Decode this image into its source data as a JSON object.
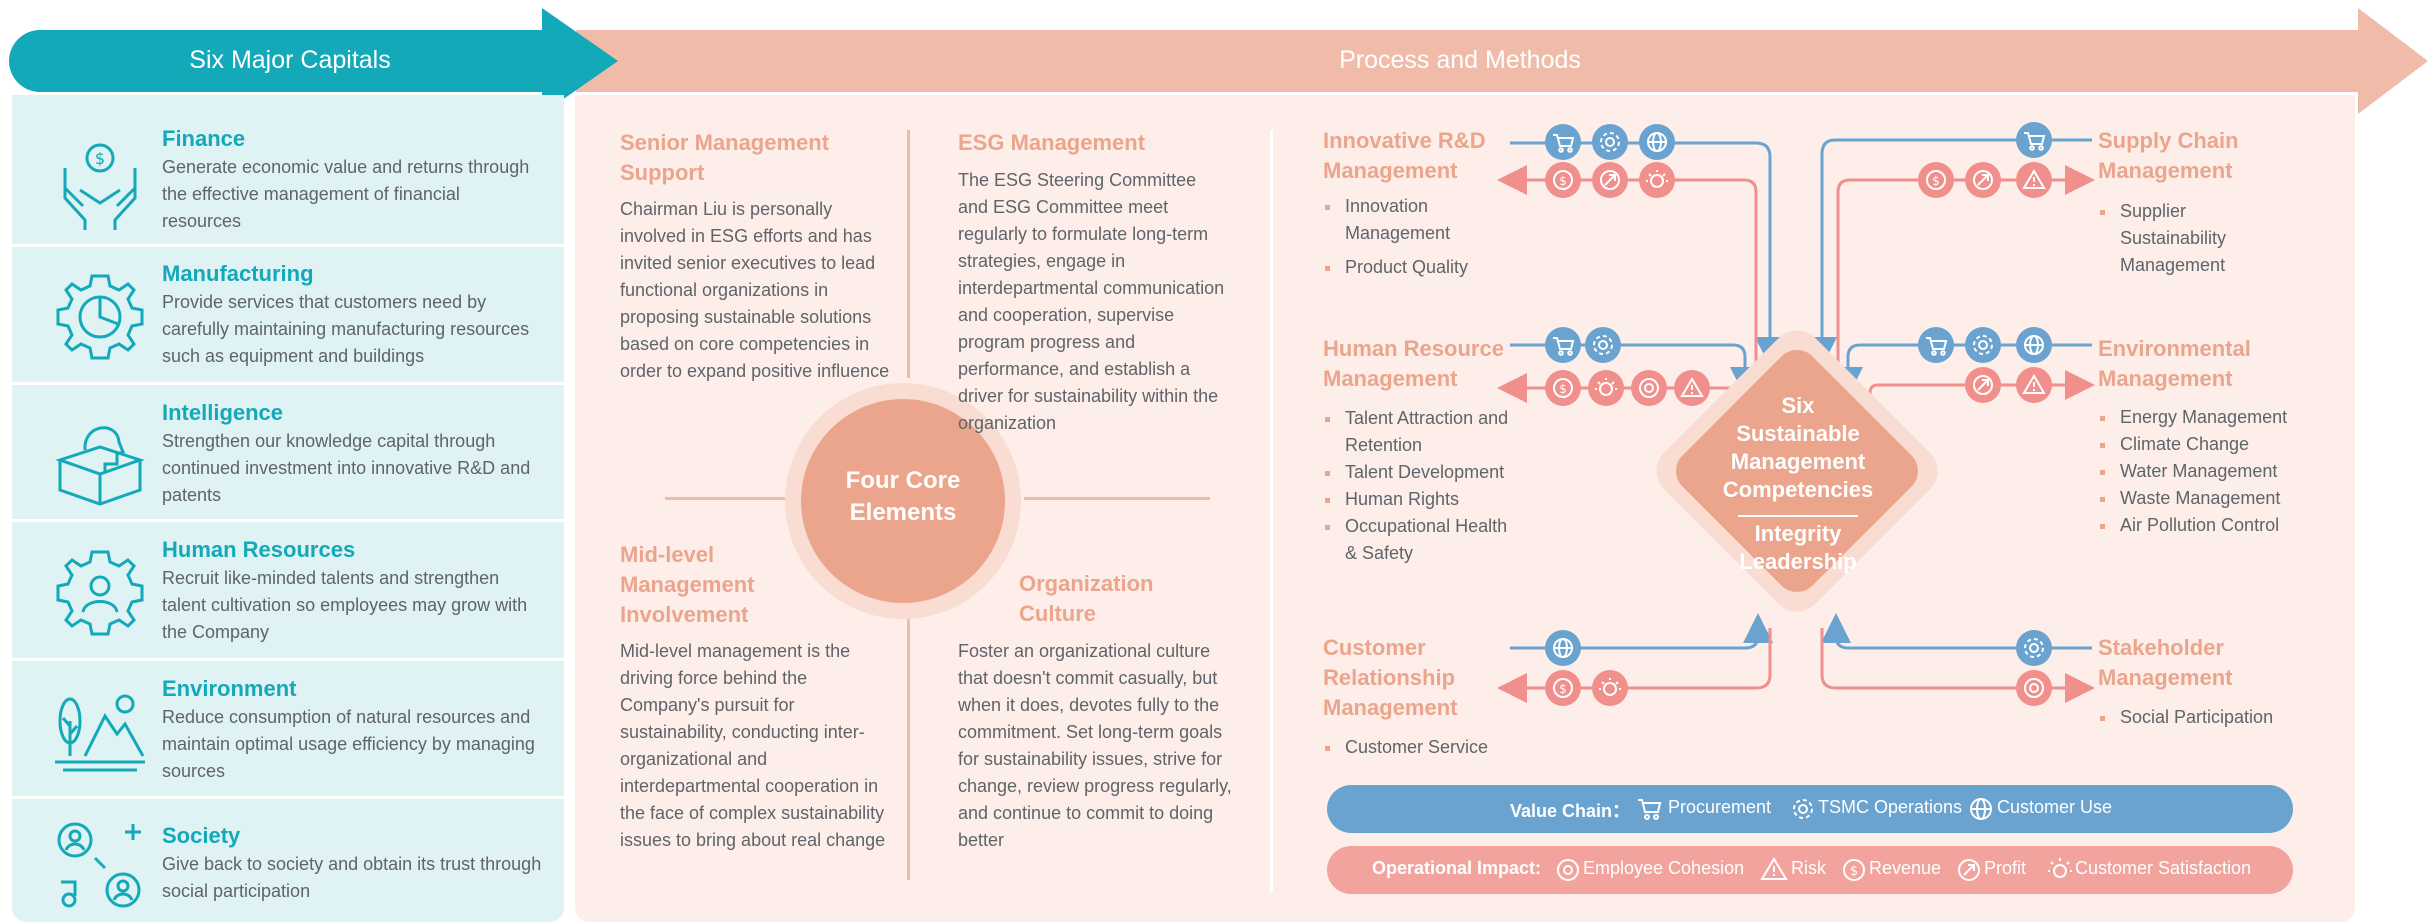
{
  "header": {
    "left_title": "Six Major Capitals",
    "right_title": "Process and Methods"
  },
  "colors": {
    "teal": "#13a9b8",
    "teal_light": "#dff2f4",
    "salmon": "#eba58c",
    "salmon_light": "#fdeeea",
    "blue": "#6aa3cf",
    "pink": "#f08f8c"
  },
  "capitals": [
    {
      "title": "Finance",
      "desc": "Generate economic value and returns through the effective management of financial resources",
      "icon": "money-hands-icon"
    },
    {
      "title": "Manufacturing",
      "desc": "Provide services that customers need by carefully maintaining manufacturing resources such as equipment and buildings",
      "icon": "gear-chart-icon"
    },
    {
      "title": "Intelligence",
      "desc": "Strengthen our knowledge capital through continued investment into innovative R&D and patents",
      "icon": "head-box-icon"
    },
    {
      "title": "Human Resources",
      "desc": "Recruit like-minded talents and strengthen talent cultivation so employees may grow with the Company",
      "icon": "gear-person-icon"
    },
    {
      "title": "Environment",
      "desc": "Reduce consumption of natural resources and maintain optimal usage efficiency by managing sources",
      "icon": "nature-icon"
    },
    {
      "title": "Society",
      "desc": "Give back to society and obtain its trust through social participation",
      "icon": "people-network-icon"
    }
  ],
  "core": {
    "center": "Four Core Elements",
    "senior": {
      "title": "Senior Management Support",
      "body": "Chairman Liu is personally involved in ESG efforts and has invited senior executives to lead functional organizations in proposing sustainable solutions based on core competencies in order to expand positive influence"
    },
    "esg": {
      "title": "ESG Management",
      "body": "The ESG Steering Committee and ESG Committee meet regularly to formulate long-term strategies, engage in interdepartmental communication and cooperation, supervise program progress and performance, and establish a driver for sustainability within the organization"
    },
    "mid": {
      "title": "Mid-level Management Involvement",
      "body": "Mid-level management is the driving force behind the Company's pursuit for sustainability, conducting inter-organizational and interdepartmental cooperation in the face of complex sustainability issues to bring about real change"
    },
    "culture": {
      "title": "Organization Culture",
      "body": "Foster an organizational culture that doesn't commit casually, but when it does, devotes fully to the commitment. Set long-term goals for sustainability issues, strive for change, review progress regularly, and continue to commit to doing better"
    }
  },
  "competencies": {
    "center_title": "Six Sustainable Management Competencies",
    "center_sub": "Integrity Leadership",
    "rnd": {
      "title": "Innovative R&D Management",
      "items": [
        "Innovation Management",
        "Product Quality"
      ]
    },
    "hr": {
      "title": "Human Resource Management",
      "items": [
        "Talent Attraction and Retention",
        "Talent Development",
        "Human Rights",
        "Occupational Health & Safety"
      ]
    },
    "crm": {
      "title": "Customer Relationship Management",
      "items": [
        "Customer Service"
      ]
    },
    "supply": {
      "title": "Supply Chain Management",
      "items": [
        "Supplier Sustainability Management"
      ]
    },
    "env": {
      "title": "Environmental Management",
      "items": [
        "Energy Management",
        "Climate Change",
        "Water Management",
        "Waste Management",
        "Air Pollution Control"
      ]
    },
    "stake": {
      "title": "Stakeholder Management",
      "items": [
        "Social Participation"
      ]
    }
  },
  "legend": {
    "value_chain_label": "Value Chain：",
    "value_chain": [
      "Procurement",
      "TSMC Operations",
      "Customer Use"
    ],
    "impact_label": "Operational Impact:",
    "impact": [
      "Employee Cohesion",
      "Risk",
      "Revenue",
      "Profit",
      "Customer Satisfaction"
    ]
  }
}
